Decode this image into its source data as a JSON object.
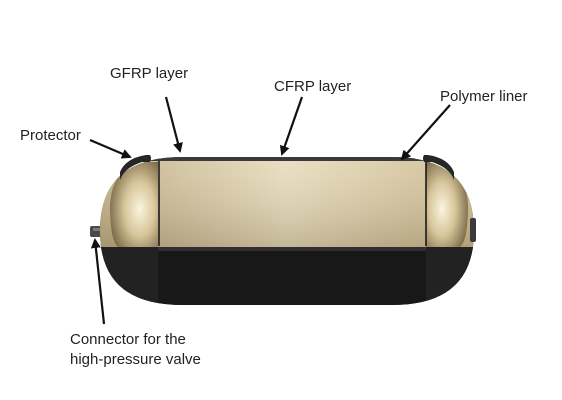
{
  "diagram": {
    "labels": {
      "gfrp_layer": "GFRP layer",
      "cfrp_layer": "CFRP layer",
      "polymer_liner": "Polymer liner",
      "protector": "Protector",
      "connector_line1": "Connector for the",
      "connector_line2": "high-pressure valve"
    },
    "colors": {
      "liner_light": "#f6ecd2",
      "liner_mid": "#dccca2",
      "liner_dark": "#8f7b56",
      "shell_dark": "#1b1b1b",
      "protector": "#2a2a2a",
      "arrow": "#111111",
      "text": "#222222",
      "background": "#ffffff"
    }
  }
}
